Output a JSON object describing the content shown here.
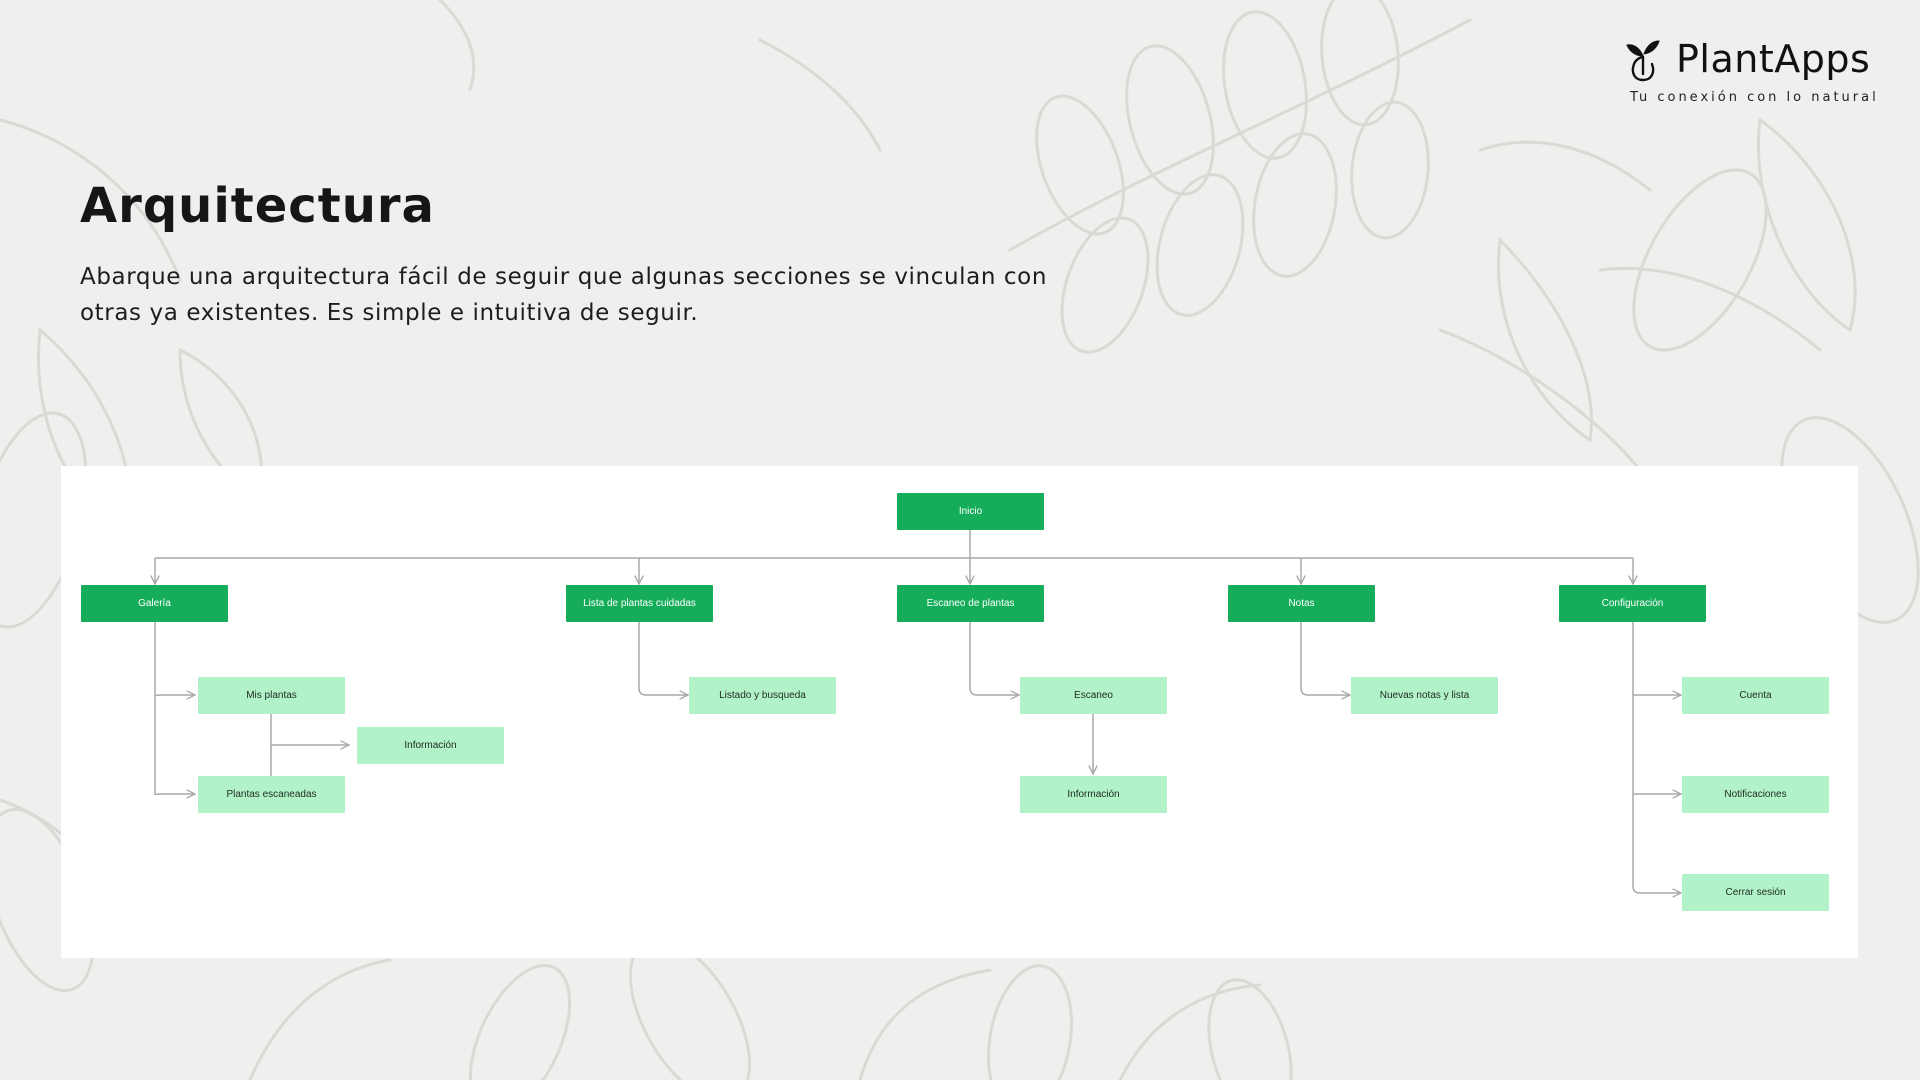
{
  "brand": {
    "name": "PlantApps",
    "tagline": "Tu conexión con lo natural",
    "icon": "sprout-icon"
  },
  "page": {
    "title": "Arquitectura",
    "description": "Abarque una arquitectura fácil de seguir que algunas secciones se vinculan con otras ya existentes. Es simple e intuitiva de seguir."
  },
  "colors": {
    "background": "#efefee",
    "primary_node": "#16ad5a",
    "secondary_node": "#b1f2c8",
    "connector": "#a8a8a8",
    "panel": "#ffffff"
  },
  "diagram": {
    "root": {
      "label": "Inicio"
    },
    "sections": [
      {
        "label": "Galería",
        "children": [
          "Mis plantas",
          "Plantas escaneadas"
        ],
        "linked": "Información"
      },
      {
        "label": "Lista de plantas cuidadas",
        "children": [
          "Listado y busqueda"
        ]
      },
      {
        "label": "Escaneo de plantas",
        "children": [
          "Escaneo"
        ],
        "followup": "Información"
      },
      {
        "label": "Notas",
        "children": [
          "Nuevas notas y lista"
        ]
      },
      {
        "label": "Configuración",
        "children": [
          "Cuenta",
          "Notificaciones",
          "Cerrar sesión"
        ]
      }
    ]
  }
}
